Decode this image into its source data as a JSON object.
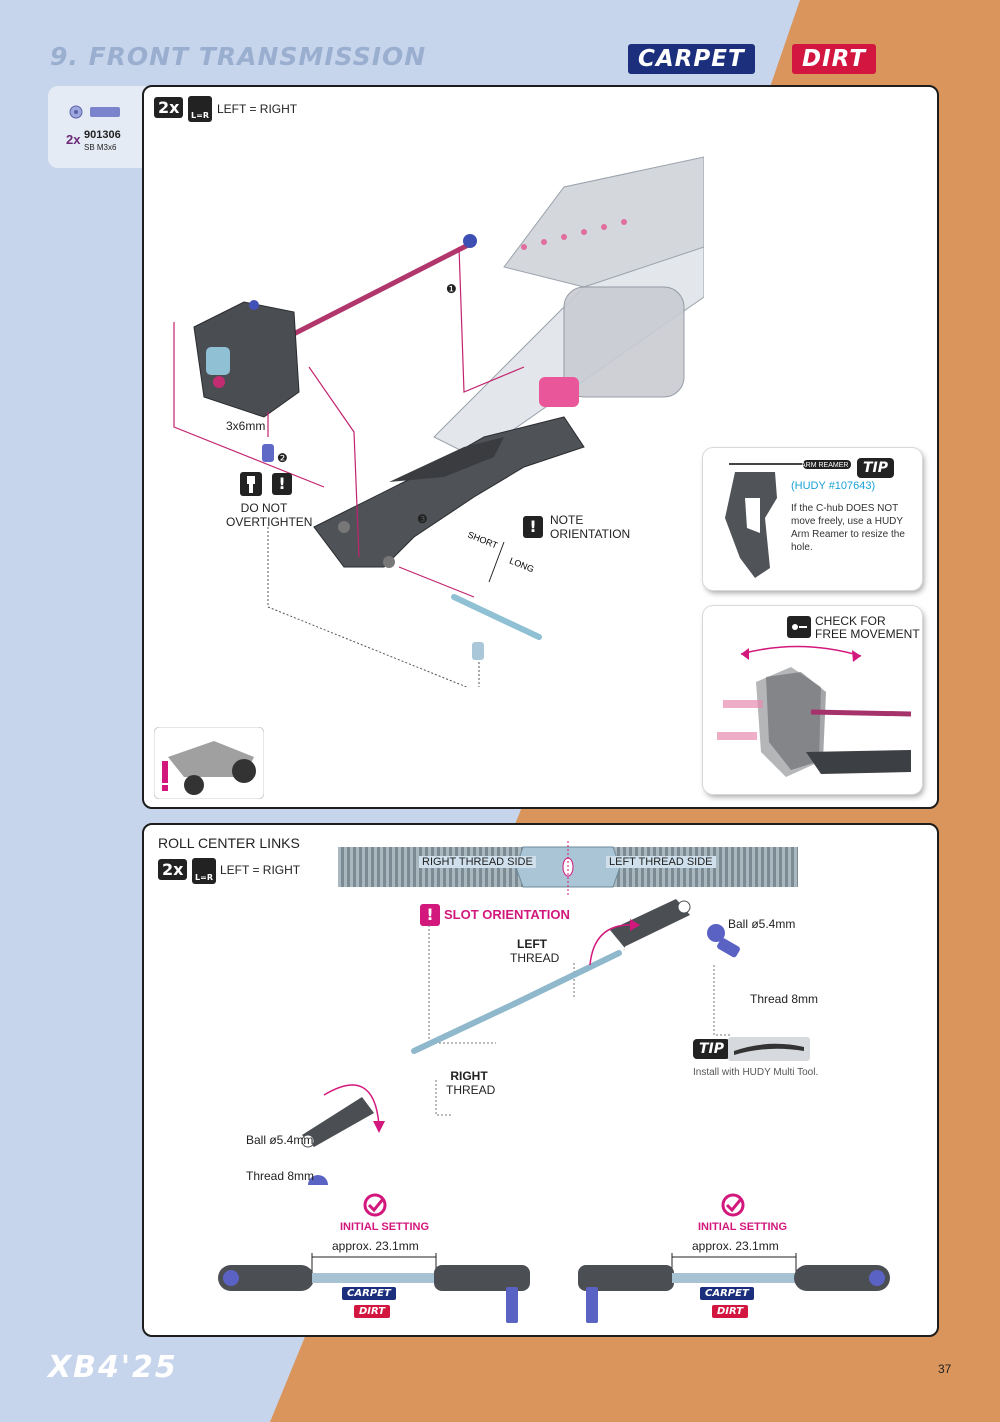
{
  "header": {
    "title": "9. FRONT TRANSMISSION",
    "badge_carpet": "CARPET",
    "badge_dirt": "DIRT"
  },
  "parts": {
    "qty": "2x",
    "code": "901306",
    "desc": "SB M3x6"
  },
  "step1": {
    "qty": "2x",
    "lr_text": "LEFT = RIGHT",
    "lr_icon": "L=R",
    "screw_size": "3x6mm",
    "callout_1": "❶",
    "callout_2": "❷",
    "callout_3": "❸",
    "overtighten_line1": "DO NOT",
    "overtighten_line2": "OVERTIGHTEN",
    "note_line1": "NOTE",
    "note_line2": "ORIENTATION",
    "short": "SHORT",
    "long": "LONG"
  },
  "tip1": {
    "badge": "TIP",
    "tool": "ARM REAMER",
    "hudy": "(HUDY #107643)",
    "text": "If the C-hub DOES NOT move freely, use a HUDY Arm Reamer to resize the hole."
  },
  "check": {
    "line1": "CHECK FOR",
    "line2": "FREE MOVEMENT"
  },
  "step2": {
    "title": "ROLL CENTER LINKS",
    "qty": "2x",
    "lr_text": "LEFT = RIGHT",
    "lr_icon": "L=R",
    "right_thread_side": "RIGHT THREAD SIDE",
    "left_thread_side": "LEFT THREAD SIDE",
    "slot_orientation": "SLOT ORIENTATION",
    "left_thread_1": "LEFT",
    "left_thread_2": "THREAD",
    "right_thread_1": "RIGHT",
    "right_thread_2": "THREAD",
    "ball_top": "Ball ø5.4mm",
    "thread_top": "Thread  8mm",
    "ball_bottom": "Ball ø5.4mm",
    "thread_bottom": "Thread 8mm",
    "tip_badge": "TIP",
    "tip_text": "Install with HUDY Multi Tool.",
    "initial_setting": "INITIAL SETTING",
    "approx": "approx. 23.1mm",
    "mini_carpet": "CARPET",
    "mini_dirt": "DIRT"
  },
  "footer": {
    "model": "XB4'25",
    "page": "37"
  },
  "colors": {
    "bg_blue": "#c7d5ec",
    "bg_orange": "#d9955c",
    "carpet": "#1c2f7c",
    "dirt": "#d2163f",
    "accent_pink": "#d3187d"
  }
}
